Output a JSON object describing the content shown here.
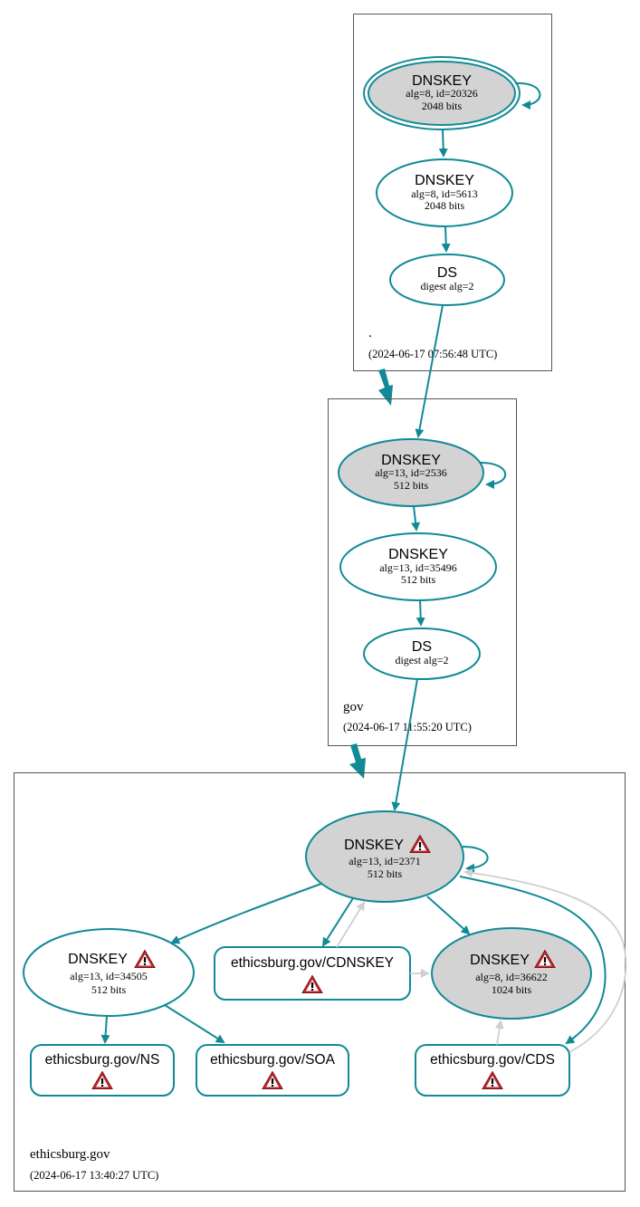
{
  "colors": {
    "edge": "#108a96",
    "edge_grey": "#cfcfcf",
    "node_grey": "#d3d3d3",
    "warning_red": "#c0282d"
  },
  "zones": [
    {
      "name": ".",
      "timestamp": "(2024-06-17 07:56:48 UTC)"
    },
    {
      "name": "gov",
      "timestamp": "(2024-06-17 11:55:20 UTC)"
    },
    {
      "name": "ethicsburg.gov",
      "timestamp": "(2024-06-17 13:40:27 UTC)"
    }
  ],
  "root": {
    "ksk": {
      "type": "DNSKEY",
      "detail": "alg=8, id=20326",
      "bits": "2048 bits"
    },
    "zsk": {
      "type": "DNSKEY",
      "detail": "alg=8, id=5613",
      "bits": "2048 bits"
    },
    "ds": {
      "type": "DS",
      "detail": "digest alg=2"
    }
  },
  "gov": {
    "ksk": {
      "type": "DNSKEY",
      "detail": "alg=13, id=2536",
      "bits": "512 bits"
    },
    "zsk": {
      "type": "DNSKEY",
      "detail": "alg=13, id=35496",
      "bits": "512 bits"
    },
    "ds": {
      "type": "DS",
      "detail": "digest alg=2"
    }
  },
  "ethicsburg": {
    "ksk": {
      "type": "DNSKEY",
      "detail": "alg=13, id=2371",
      "bits": "512 bits",
      "icon": "warning-icon"
    },
    "zsk": {
      "type": "DNSKEY",
      "detail": "alg=13, id=34505",
      "bits": "512 bits",
      "icon": "warning-icon"
    },
    "key8": {
      "type": "DNSKEY",
      "detail": "alg=8, id=36622",
      "bits": "1024 bits",
      "icon": "warning-icon"
    },
    "cdnskey": {
      "label": "ethicsburg.gov/CDNSKEY",
      "icon": "warning-icon"
    },
    "ns": {
      "label": "ethicsburg.gov/NS",
      "icon": "warning-icon"
    },
    "soa": {
      "label": "ethicsburg.gov/SOA",
      "icon": "warning-icon"
    },
    "cds": {
      "label": "ethicsburg.gov/CDS",
      "icon": "warning-icon"
    }
  }
}
